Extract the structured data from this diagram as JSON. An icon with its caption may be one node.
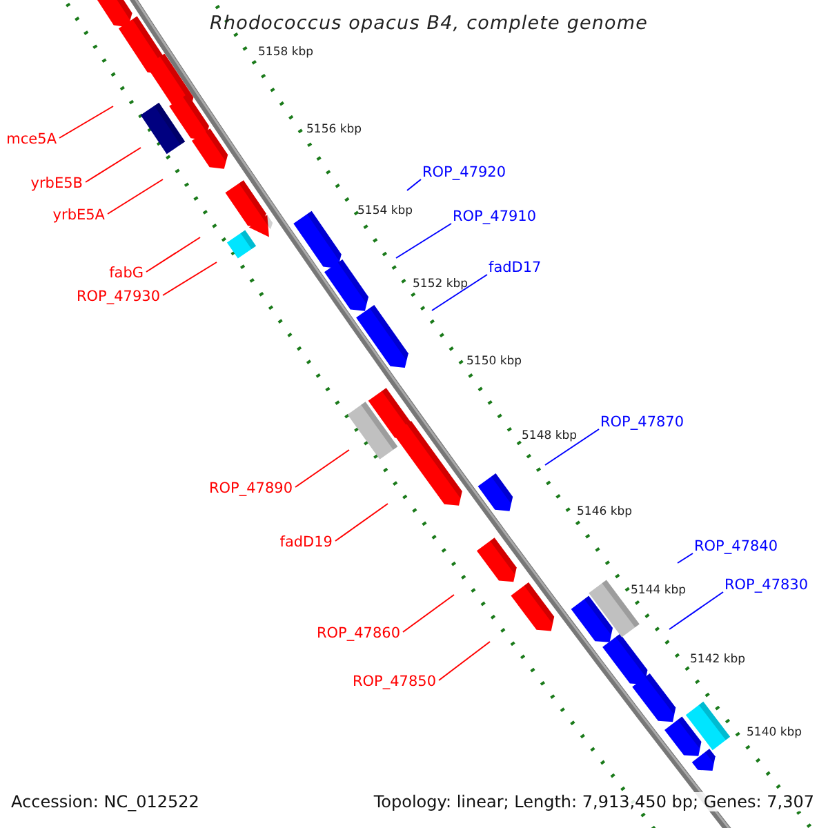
{
  "diagram": {
    "title": "Rhodococcus opacus B4, complete genome",
    "nodes": [
      {
        "text": [
          "mce5A"
        ]
      },
      {
        "text": [
          "ROP_47920"
        ]
      },
      {
        "text": [
          "yrbE5B"
        ]
      },
      {
        "text": [
          "yrbE5A"
        ]
      },
      {
        "text": [
          "ROP_47910"
        ]
      },
      {
        "text": [
          "fadD17"
        ]
      },
      {
        "text": [
          "fabG"
        ]
      },
      {
        "text": [
          "ROP_47930"
        ]
      },
      {
        "text": [
          "ROP_47870"
        ]
      },
      {
        "text": [
          "ROP_47890"
        ]
      },
      {
        "text": [
          "fadD19"
        ]
      },
      {
        "text": [
          "ROP_47840"
        ]
      },
      {
        "text": [
          "ROP_47830"
        ]
      },
      {
        "text": [
          "ROP_47860"
        ]
      },
      {
        "text": [
          "ROP_47850"
        ]
      }
    ],
    "edges": [
      {
        "from": 0,
        "to": null,
        "arrow": "none"
      },
      {
        "from": 1,
        "to": null,
        "arrow": "none",
        "color": "#0000ff"
      },
      {
        "from": 2,
        "to": null,
        "arrow": "none"
      },
      {
        "from": 3,
        "to": null,
        "arrow": "none"
      },
      {
        "from": 4,
        "to": null,
        "arrow": "none",
        "color": "#0000ff"
      },
      {
        "from": 5,
        "to": null,
        "arrow": "none",
        "color": "#0000ff"
      },
      {
        "from": 6,
        "to": null,
        "arrow": "none"
      },
      {
        "from": 7,
        "to": null,
        "arrow": "none"
      },
      {
        "from": 8,
        "to": null,
        "arrow": "none",
        "color": "#0000ff"
      },
      {
        "from": 9,
        "to": null,
        "arrow": "none"
      },
      {
        "from": 10,
        "to": null,
        "arrow": "none"
      },
      {
        "from": 11,
        "to": null,
        "arrow": "none",
        "color": "#0000ff"
      },
      {
        "from": 12,
        "to": null,
        "arrow": "none",
        "color": "#0000ff"
      },
      {
        "from": 13,
        "to": null,
        "arrow": "none"
      },
      {
        "from": 14,
        "to": null,
        "arrow": "none"
      }
    ],
    "labels": [
      "5158 kbp",
      "5156 kbp",
      "5154 kbp",
      "5152 kbp",
      "5150 kbp",
      "5148 kbp",
      "5146 kbp",
      "5144 kbp",
      "5142 kbp",
      "5140 kbp",
      "Accession: NC_012522",
      "Topology: linear; Length: 7,913,450 bp; Genes: 7,307"
    ]
  }
}
